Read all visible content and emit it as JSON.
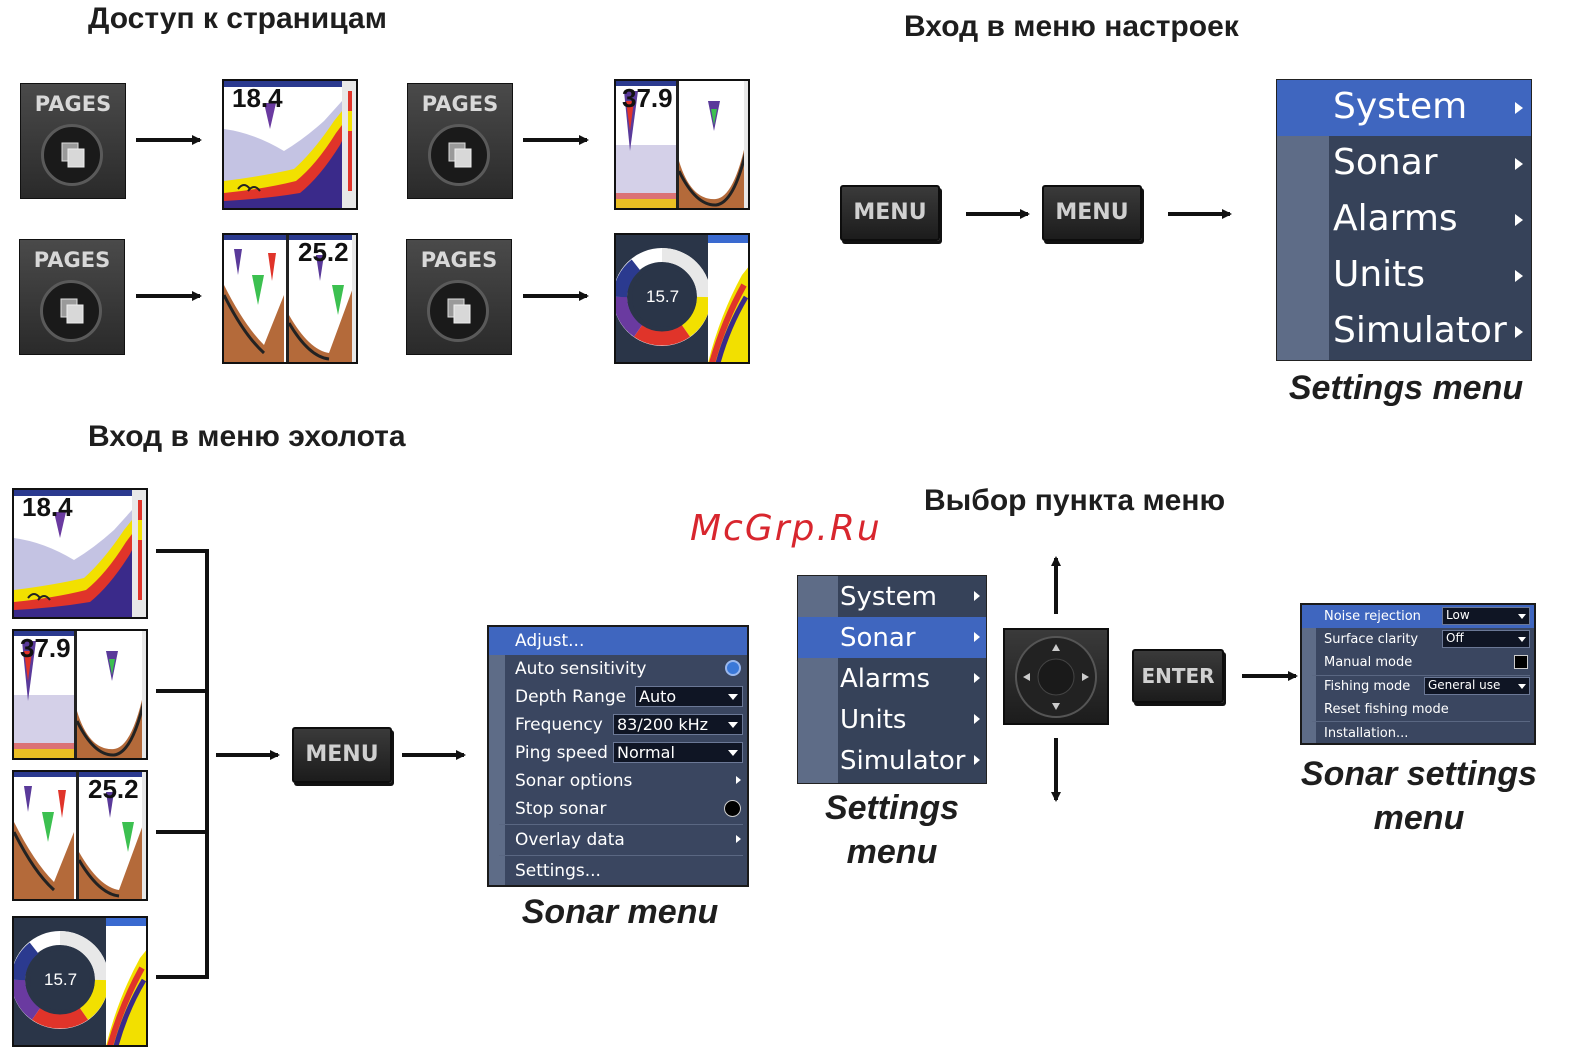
{
  "headings": {
    "pages_access": "Доступ к страницам",
    "settings_entry": "Вход в меню настроек",
    "sonar_entry": "Вход в меню эхолота",
    "menu_select": "Выбор пункта меню"
  },
  "watermark": "McGrp.Ru",
  "keys": {
    "pages": "PAGES",
    "menu": "MENU",
    "enter": "ENTER"
  },
  "screens": {
    "full_sonar_depth": "18.4",
    "split_zoom_depth": "37.9",
    "split_sonar_depth": "25.2",
    "flasher_depth": "15.7"
  },
  "settings_menu": {
    "caption": "Settings menu",
    "items": [
      "System",
      "Sonar",
      "Alarms",
      "Units",
      "Simulator"
    ],
    "selected_top": "System",
    "selected_small": "Sonar"
  },
  "settings_menu_small_caption": [
    "Settings",
    "menu"
  ],
  "sonar_menu": {
    "caption": "Sonar menu",
    "adjust": "Adjust...",
    "auto_sensitivity": "Auto sensitivity",
    "depth_range_label": "Depth Range",
    "depth_range_value": "Auto",
    "frequency_label": "Frequency",
    "frequency_value": "83/200 kHz",
    "ping_speed_label": "Ping speed",
    "ping_speed_value": "Normal",
    "sonar_options": "Sonar options",
    "stop_sonar": "Stop sonar",
    "overlay_data": "Overlay data",
    "settings": "Settings..."
  },
  "sonar_settings_menu": {
    "caption": [
      "Sonar settings",
      "menu"
    ],
    "noise_rejection_label": "Noise rejection",
    "noise_rejection_value": "Low",
    "surface_clarity_label": "Surface clarity",
    "surface_clarity_value": "Off",
    "manual_mode": "Manual mode",
    "fishing_mode_label": "Fishing mode",
    "fishing_mode_value": "General use",
    "reset_fishing_mode": "Reset fishing mode",
    "installation": "Installation..."
  },
  "colors": {
    "menu_bg": "#364259",
    "menu_strip": "#5e6c87",
    "menu_selected": "#3f66bf",
    "watermark": "#d8262e"
  }
}
